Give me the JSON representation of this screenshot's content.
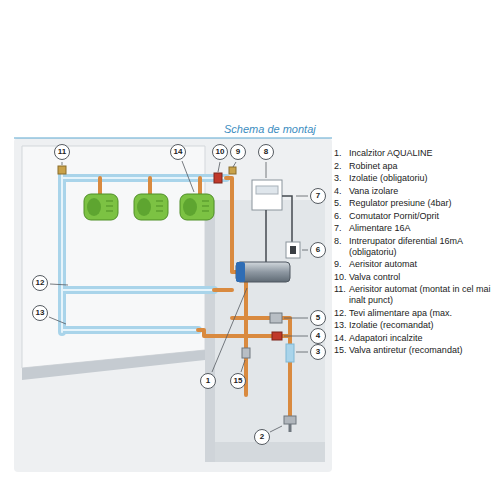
{
  "diagram": {
    "title": "Schema de montaj",
    "labels": [
      "11",
      "14",
      "10",
      "9",
      "8",
      "7",
      "6",
      "12",
      "5",
      "4",
      "13",
      "3",
      "1",
      "15",
      "2",
      "1.",
      "Incalzitor AQUALINE",
      "2.",
      "Robinet apa",
      "3.",
      "Izolatie (obligatoriu)",
      "4.",
      "Vana izolare",
      "5.",
      "Regulator presiune (4bar)",
      "6.",
      "Comutator Pornit/Oprit",
      "7.",
      "Alimentare 16A",
      "8.",
      "Intrerupator diferential 16mA (obligatoriu)",
      "9.",
      "Aerisitor automat",
      "10.",
      "Valva control",
      "11.",
      "Aerisitor automat (montat in cel mai inalt punct)",
      "12.",
      "Tevi alimentare apa (max.",
      "13.",
      "Izolatie (recomandat)",
      "14.",
      "Adapatori incalzite",
      "15.",
      "Valva antiretur (recomandat)"
    ]
  }
}
